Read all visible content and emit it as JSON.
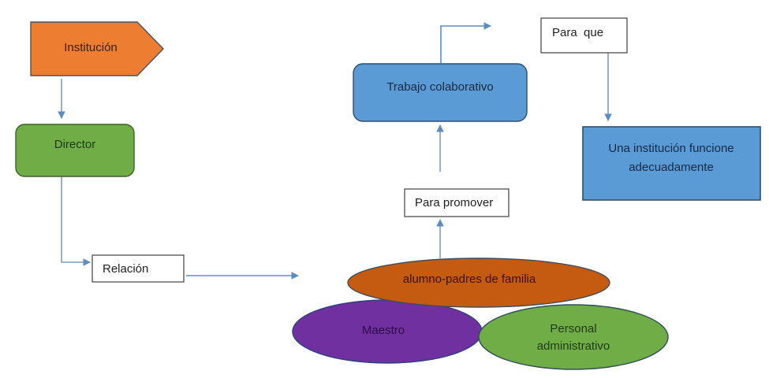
{
  "diagram": {
    "colors": {
      "orange": "#ED7D31",
      "green": "#70AD47",
      "blue": "#5B9BD5",
      "burnt_orange": "#C55A11",
      "purple": "#7030A0",
      "connector": "#5B8DC4",
      "box_border": "#404040",
      "dark_text": "#1F1F1F"
    },
    "nodes": {
      "institucion": {
        "label": "Institución"
      },
      "director": {
        "label": "Director"
      },
      "relacion": {
        "label": "Relación"
      },
      "para_promover": {
        "label": "Para promover"
      },
      "trabajo_colaborativo": {
        "label": "Trabajo colaborativo"
      },
      "para_que": {
        "label": "Para  que"
      },
      "resultado": {
        "line1": "Una institución funcione",
        "line2": "adecuadamente"
      },
      "alumno_padres": {
        "label": "alumno-padres de familia"
      },
      "maestro": {
        "label": "Maestro"
      },
      "personal": {
        "line1": "Personal",
        "line2": "administrativo"
      }
    }
  }
}
